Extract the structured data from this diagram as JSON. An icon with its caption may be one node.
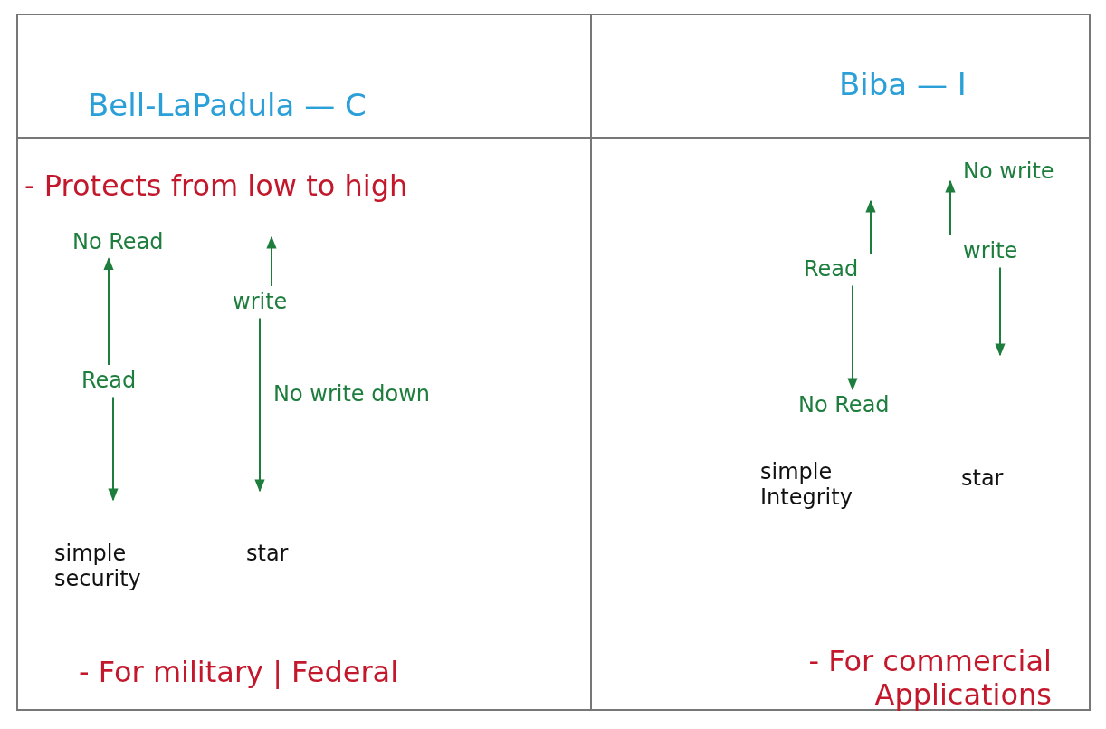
{
  "diagram": {
    "nodes": [
      {
        "text": [
          "Bell-LaPadula — C"
        ]
      },
      {
        "text": [
          "Biba — I"
        ]
      },
      {
        "text": [
          "- Protects from low to high",
          "- For military | Federal"
        ]
      },
      {
        "text": [
          "- For commercial Applications"
        ]
      },
      {
        "text": [
          "No Read"
        ],
        "in": 2
      },
      {
        "text": [
          "write"
        ],
        "in": 2
      },
      {
        "text": [
          "Read"
        ],
        "in": 2
      },
      {
        "text": [
          "Read"
        ],
        "in": 3
      },
      {
        "text": [
          "write"
        ],
        "in": 3
      },
      {
        "text": [
          "No Read"
        ],
        "in": 3
      }
    ],
    "edges": [
      {
        "from": 6,
        "to": 4,
        "arrow": "to"
      },
      {
        "from": 5,
        "to": null,
        "arrow": "to"
      },
      {
        "from": 6,
        "to": null,
        "arrow": "to"
      },
      {
        "from": 5,
        "to": null,
        "arrow": "to",
        "label": "No write down"
      },
      {
        "from": 7,
        "to": null,
        "arrow": "to"
      },
      {
        "from": 8,
        "to": null,
        "arrow": "to",
        "label": "No write"
      },
      {
        "from": 7,
        "to": 9,
        "arrow": "to"
      },
      {
        "from": 8,
        "to": null,
        "arrow": "to"
      }
    ],
    "labels": [
      "simple security",
      "star",
      "simple Integrity",
      "star"
    ]
  }
}
